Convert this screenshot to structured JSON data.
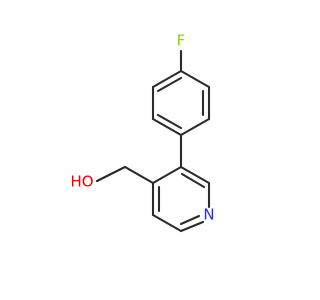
{
  "molecule": {
    "atoms": {
      "fluorine": {
        "label": "F",
        "color": "#8fd400"
      },
      "nitrogen": {
        "label": "N",
        "color": "#2a2af0"
      },
      "hydroxyl": {
        "label": "HO",
        "color": "#ee0000"
      }
    },
    "bond_color": "#2b2b2b"
  }
}
